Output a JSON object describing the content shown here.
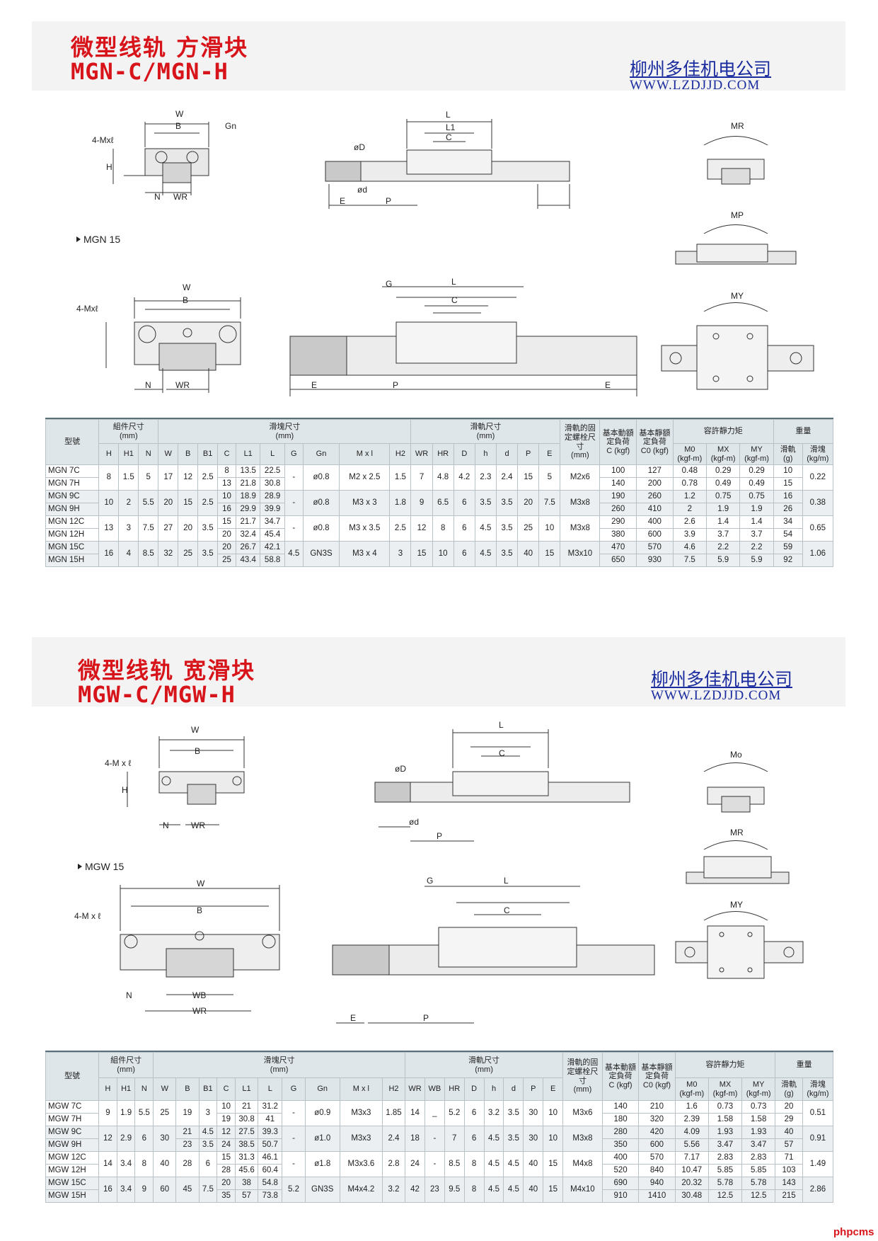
{
  "section1": {
    "title_cn": "微型线轨 方滑块",
    "title_en": "MGN-C/MGN-H",
    "company": "柳州多佳机电公司",
    "url": "WWW.LZDJJD.COM",
    "subtitle": "MGN 15",
    "moments": [
      "MR",
      "MP",
      "MY"
    ]
  },
  "section2": {
    "title_cn": "微型线轨 宽滑块",
    "title_en": "MGW-C/MGW-H",
    "company": "柳州多佳机电公司",
    "url": "WWW.LZDJJD.COM",
    "subtitle": "MGW 15",
    "moments": [
      "Mo",
      "MR",
      "MY"
    ]
  },
  "table_headers": {
    "model": "型號",
    "assembly": "組件尺寸",
    "block": "滑塊尺寸",
    "rail": "滑軌尺寸",
    "unit_mm": "(mm)",
    "rail_bolt": "滑軌的固定螺栓尺寸",
    "dyn_load": "基本動額定負荷",
    "dyn_unit": "C (kgf)",
    "stat_load": "基本靜額定負荷",
    "stat_unit": "C0 (kgf)",
    "moment": "容許靜力矩",
    "weight": "重量",
    "mo": "M0",
    "mx": "MX",
    "my": "MY",
    "kgfm": "(kgf-m)",
    "rail_w": "滑軌",
    "block_w": "滑塊",
    "g_unit": "(g)",
    "kgm_unit": "(kg/m)"
  },
  "table1": {
    "cols": [
      "H",
      "H1",
      "N",
      "W",
      "B",
      "B1",
      "C",
      "L1",
      "L",
      "G",
      "Gn",
      "M x l",
      "H2",
      "WR",
      "HR",
      "D",
      "h",
      "d",
      "P",
      "E"
    ],
    "rows": [
      {
        "model": [
          "MGN 7C",
          "MGN 7H"
        ],
        "H": "8",
        "H1": "1.5",
        "N": "5",
        "W": "17",
        "B": "12",
        "B1": "2.5",
        "C": [
          "8",
          "13"
        ],
        "L1": [
          "13.5",
          "21.8"
        ],
        "L": [
          "22.5",
          "30.8"
        ],
        "G": "-",
        "Gn": "ø0.8",
        "Ml": "M2 x 2.5",
        "H2": "1.5",
        "WR": "7",
        "HR": "4.8",
        "D": "4.2",
        "h": "2.3",
        "d": "2.4",
        "P": "15",
        "E": "5",
        "bolt": "M2x6",
        "Cd": [
          "100",
          "140"
        ],
        "C0": [
          "127",
          "200"
        ],
        "Mr": [
          "0.48",
          "0.78"
        ],
        "Mp": [
          "0.29",
          "0.49"
        ],
        "My": [
          "0.29",
          "0.49"
        ],
        "wb": [
          "10",
          "15"
        ],
        "wr": "0.22"
      },
      {
        "model": [
          "MGN 9C",
          "MGN 9H"
        ],
        "H": "10",
        "H1": "2",
        "N": "5.5",
        "W": "20",
        "B": "15",
        "B1": "2.5",
        "C": [
          "10",
          "16"
        ],
        "L1": [
          "18.9",
          "29.9"
        ],
        "L": [
          "28.9",
          "39.9"
        ],
        "G": "-",
        "Gn": "ø0.8",
        "Ml": "M3 x 3",
        "H2": "1.8",
        "WR": "9",
        "HR": "6.5",
        "D": "6",
        "h": "3.5",
        "d": "3.5",
        "P": "20",
        "E": "7.5",
        "bolt": "M3x8",
        "Cd": [
          "190",
          "260"
        ],
        "C0": [
          "260",
          "410"
        ],
        "Mr": [
          "1.2",
          "2"
        ],
        "Mp": [
          "0.75",
          "1.9"
        ],
        "My": [
          "0.75",
          "1.9"
        ],
        "wb": [
          "16",
          "26"
        ],
        "wr": "0.38"
      },
      {
        "model": [
          "MGN 12C",
          "MGN 12H"
        ],
        "H": "13",
        "H1": "3",
        "N": "7.5",
        "W": "27",
        "B": "20",
        "B1": "3.5",
        "C": [
          "15",
          "20"
        ],
        "L1": [
          "21.7",
          "32.4"
        ],
        "L": [
          "34.7",
          "45.4"
        ],
        "G": "-",
        "Gn": "ø0.8",
        "Ml": "M3 x 3.5",
        "H2": "2.5",
        "WR": "12",
        "HR": "8",
        "D": "6",
        "h": "4.5",
        "d": "3.5",
        "P": "25",
        "E": "10",
        "bolt": "M3x8",
        "Cd": [
          "290",
          "380"
        ],
        "C0": [
          "400",
          "600"
        ],
        "Mr": [
          "2.6",
          "3.9"
        ],
        "Mp": [
          "1.4",
          "3.7"
        ],
        "My": [
          "1.4",
          "3.7"
        ],
        "wb": [
          "34",
          "54"
        ],
        "wr": "0.65"
      },
      {
        "model": [
          "MGN 15C",
          "MGN 15H"
        ],
        "H": "16",
        "H1": "4",
        "N": "8.5",
        "W": "32",
        "B": "25",
        "B1": "3.5",
        "C": [
          "20",
          "25"
        ],
        "L1": [
          "26.7",
          "43.4"
        ],
        "L": [
          "42.1",
          "58.8"
        ],
        "G": "4.5",
        "Gn": "GN3S",
        "Ml": "M3 x 4",
        "H2": "3",
        "WR": "15",
        "HR": "10",
        "D": "6",
        "h": "4.5",
        "d": "3.5",
        "P": "40",
        "E": "15",
        "bolt": "M3x10",
        "Cd": [
          "470",
          "650"
        ],
        "C0": [
          "570",
          "930"
        ],
        "Mr": [
          "4.6",
          "7.5"
        ],
        "Mp": [
          "2.2",
          "5.9"
        ],
        "My": [
          "2.2",
          "5.9"
        ],
        "wb": [
          "59",
          "92"
        ],
        "wr": "1.06"
      }
    ]
  },
  "table2": {
    "rows": [
      {
        "model": [
          "MGW 7C",
          "MGW 7H"
        ],
        "H": "9",
        "H1": "1.9",
        "N": "5.5",
        "W": "25",
        "B": "19",
        "B1": "3",
        "C": [
          "10",
          "19"
        ],
        "L1": [
          "21",
          "30.8"
        ],
        "L": [
          "31.2",
          "41"
        ],
        "G": "-",
        "Gn": "ø0.9",
        "Ml": "M3x3",
        "H2": "1.85",
        "WR": "14",
        "WB": "_",
        "HR": "5.2",
        "D": "6",
        "h": "3.2",
        "d": "3.5",
        "P": "30",
        "E": "10",
        "bolt": "M3x6",
        "Cd": [
          "140",
          "180"
        ],
        "C0": [
          "210",
          "320"
        ],
        "Mr": [
          "1.6",
          "2.39"
        ],
        "Mp": [
          "0.73",
          "1.58"
        ],
        "My": [
          "0.73",
          "1.58"
        ],
        "wb": [
          "20",
          "29"
        ],
        "wr": "0.51"
      },
      {
        "model": [
          "MGW 9C",
          "MGW 9H"
        ],
        "H": "12",
        "H1": "2.9",
        "N": "6",
        "W": "30",
        "B": [
          "21",
          "23"
        ],
        "B1": [
          "4.5",
          "3.5"
        ],
        "C": [
          "12",
          "24"
        ],
        "L1": [
          "27.5",
          "38.5"
        ],
        "L": [
          "39.3",
          "50.7"
        ],
        "G": "-",
        "Gn": "ø1.0",
        "Ml": "M3x3",
        "H2": "2.4",
        "WR": "18",
        "WB": "-",
        "HR": "7",
        "D": "6",
        "h": "4.5",
        "d": "3.5",
        "P": "30",
        "E": "10",
        "bolt": "M3x8",
        "Cd": [
          "280",
          "350"
        ],
        "C0": [
          "420",
          "600"
        ],
        "Mr": [
          "4.09",
          "5.56"
        ],
        "Mp": [
          "1.93",
          "3.47"
        ],
        "My": [
          "1.93",
          "3.47"
        ],
        "wb": [
          "40",
          "57"
        ],
        "wr": "0.91"
      },
      {
        "model": [
          "MGW 12C",
          "MGW 12H"
        ],
        "H": "14",
        "H1": "3.4",
        "N": "8",
        "W": "40",
        "B": "28",
        "B1": "6",
        "C": [
          "15",
          "28"
        ],
        "L1": [
          "31.3",
          "45.6"
        ],
        "L": [
          "46.1",
          "60.4"
        ],
        "G": "-",
        "Gn": "ø1.8",
        "Ml": "M3x3.6",
        "H2": "2.8",
        "WR": "24",
        "WB": "-",
        "HR": "8.5",
        "D": "8",
        "h": "4.5",
        "d": "4.5",
        "P": "40",
        "E": "15",
        "bolt": "M4x8",
        "Cd": [
          "400",
          "520"
        ],
        "C0": [
          "570",
          "840"
        ],
        "Mr": [
          "7.17",
          "10.47"
        ],
        "Mp": [
          "2.83",
          "5.85"
        ],
        "My": [
          "2.83",
          "5.85"
        ],
        "wb": [
          "71",
          "103"
        ],
        "wr": "1.49"
      },
      {
        "model": [
          "MGW 15C",
          "MGW 15H"
        ],
        "H": "16",
        "H1": "3.4",
        "N": "9",
        "W": "60",
        "B": "45",
        "B1": "7.5",
        "C": [
          "20",
          "35"
        ],
        "L1": [
          "38",
          "57"
        ],
        "L": [
          "54.8",
          "73.8"
        ],
        "G": "5.2",
        "Gn": "GN3S",
        "Ml": "M4x4.2",
        "H2": "3.2",
        "WR": "42",
        "WB": "23",
        "HR": "9.5",
        "D": "8",
        "h": "4.5",
        "d": "4.5",
        "P": "40",
        "E": "15",
        "bolt": "M4x10",
        "Cd": [
          "690",
          "910"
        ],
        "C0": [
          "940",
          "1410"
        ],
        "Mr": [
          "20.32",
          "30.48"
        ],
        "Mp": [
          "5.78",
          "12.5"
        ],
        "My": [
          "5.78",
          "12.5"
        ],
        "wb": [
          "143",
          "215"
        ],
        "wr": "2.86"
      }
    ]
  },
  "labels": {
    "W": "W",
    "B": "B",
    "B1": "B1",
    "Gn": "Gn",
    "H2": "H2",
    "H": "H",
    "H1": "H1",
    "N": "N",
    "WR": "WR",
    "WB": "WB",
    "Mxl_mgn": "4-Mxℓ",
    "Mxl_mgw": "4-M x ℓ",
    "L": "L",
    "L1": "L1",
    "C": "C",
    "D": "øD",
    "d": "ød",
    "HR": "HR",
    "h": "h",
    "E": "E",
    "P": "P",
    "G": "G"
  },
  "watermark": "phpcms"
}
